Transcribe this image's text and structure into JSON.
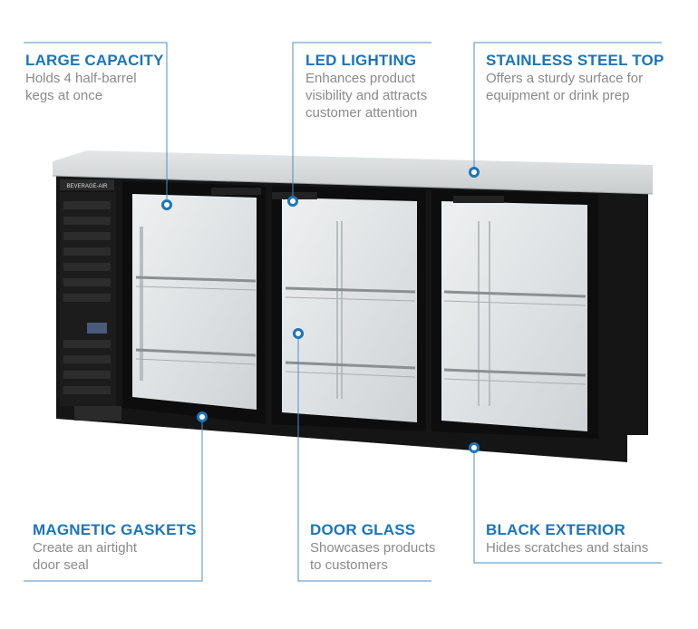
{
  "brand": "BEVERAGE-AIR",
  "features": [
    {
      "title": "LARGE CAPACITY",
      "desc": [
        "Holds 4 half-barrel",
        "kegs at once"
      ]
    },
    {
      "title": "LED LIGHTING",
      "desc": [
        "Enhances product",
        "visibility and attracts",
        "customer attention"
      ]
    },
    {
      "title": "STAINLESS STEEL TOP",
      "desc": [
        "Offers a sturdy surface for",
        "equipment or drink prep"
      ]
    },
    {
      "title": "MAGNETIC GASKETS",
      "desc": [
        "Create an airtight",
        "door seal"
      ]
    },
    {
      "title": "DOOR GLASS",
      "desc": [
        "Showcases products",
        "to customers"
      ]
    },
    {
      "title": "BLACK EXTERIOR",
      "desc": [
        "Hides scratches and stains"
      ]
    }
  ],
  "colors": {
    "accent": "#1b75bb",
    "text_muted": "#8a8a8a",
    "cabinet": "#141414",
    "top": "#d9dbdc"
  }
}
